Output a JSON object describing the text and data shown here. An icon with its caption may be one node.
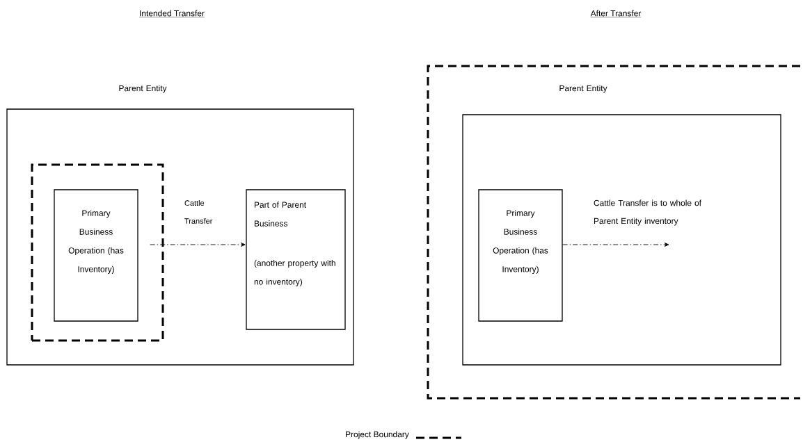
{
  "diagram": {
    "nodes": [
      {
        "text": [
          "Parent Entity"
        ]
      },
      {
        "text": [],
        "shape": "box",
        "in": 0
      },
      {
        "text": [
          "Primary Business Operation (has Inventory)"
        ],
        "in": 1
      },
      {
        "text": [
          "Part of Parent Business",
          "(another property with no inventory)"
        ],
        "in": 0
      },
      {
        "text": [],
        "shape": "box"
      },
      {
        "text": [
          "Parent Entity"
        ],
        "in": 4
      },
      {
        "text": [
          "Primary Business Operation (has Inventory)"
        ],
        "in": 5
      }
    ],
    "edges": [
      {
        "from": 2,
        "to": 3,
        "arrow": "to",
        "label": "Cattle Transfer"
      },
      {
        "from": 6,
        "to": null,
        "arrow": "to",
        "label": "Cattle Transfer is to whole of Parent Entity inventory"
      }
    ],
    "labels": [
      "Intended Transfer",
      "After Transfer"
    ],
    "legend": [
      {
        "text": "Project Boundary"
      }
    ]
  }
}
